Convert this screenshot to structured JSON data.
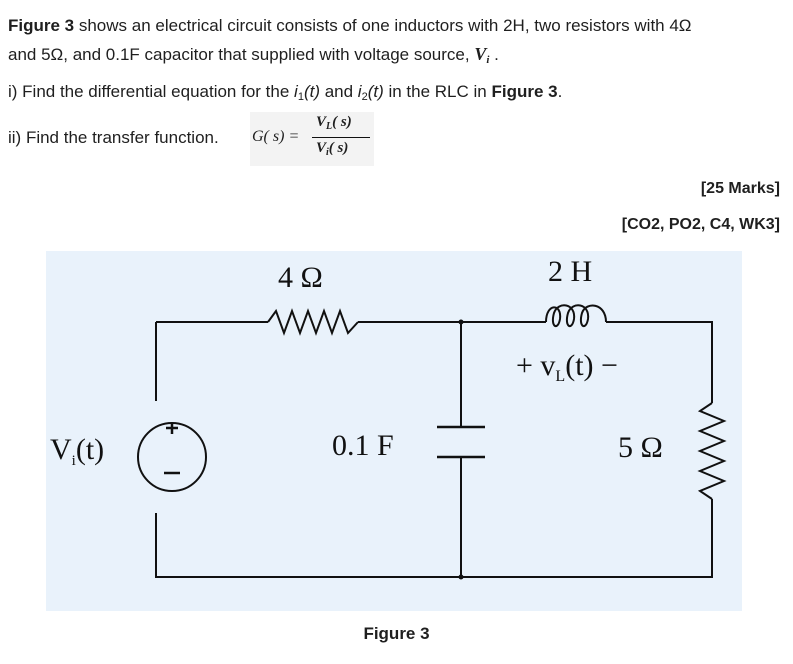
{
  "question": {
    "intro_bold": "Figure 3",
    "intro_rest": " shows an electrical circuit consists of one inductors with 2H, two resistors with  4Ω",
    "intro_line2": "and 5Ω, and 0.1F capacitor that supplied with voltage source, ",
    "intro_source_symbol": "V",
    "intro_source_sub": "i",
    "intro_end": " .",
    "part1_prefix": "i)  Find the differential equation for the ",
    "part1_i1": "i",
    "part1_i1_sub": "1",
    "part1_t1": "(t)",
    "part1_and": " and ",
    "part1_i2": "i",
    "part1_i2_sub": "2",
    "part1_t2": "(t)",
    "part1_mid": " in the RLC in ",
    "part1_fig_bold": "Figure 3",
    "part1_end": ".",
    "part2_text": "ii)  Find the transfer function. ",
    "formula_lhs": "G( s) =",
    "formula_num": "V",
    "formula_num_sub": "L",
    "formula_num_arg": "( s)",
    "formula_den": "V",
    "formula_den_sub": "i",
    "formula_den_arg": "( s)"
  },
  "marks": {
    "score": "[25 Marks]",
    "outcomes": "[CO2, PO2, C4, WK3]"
  },
  "circuit": {
    "resistor1_label": "4 Ω",
    "inductor_label": "2 H",
    "inductor_voltage": "+ v",
    "inductor_voltage_sub": "L",
    "inductor_voltage_arg": "(t) −",
    "capacitor_label": "0.1 F",
    "resistor2_label": "5 Ω",
    "source_label": "V",
    "source_label_sub": "i",
    "source_label_arg": "(t)",
    "source_plus": "+"
  },
  "caption": "Figure 3"
}
